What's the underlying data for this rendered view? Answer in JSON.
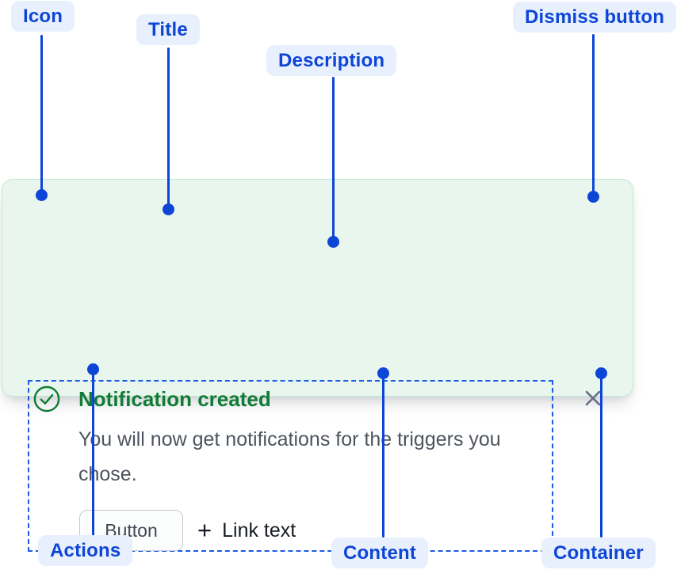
{
  "colors": {
    "blue": "#0d45d6",
    "pillBg": "#e8f0fe",
    "dottedBlue": "#1b5be6",
    "green": "#107c35",
    "cardBg": "#e9f6ee",
    "cardBorder": "#c5e7d2",
    "descGray": "#4c545e",
    "ink": "#171c23",
    "btnBg": "#fcfdfd",
    "btnBorder": "#c2c8d1",
    "btnText": "#3f4854",
    "xGray": "#667085"
  },
  "callouts": {
    "icon": {
      "label": "Icon"
    },
    "title": {
      "label": "Title"
    },
    "description": {
      "label": "Description"
    },
    "dismiss_button": {
      "label": "Dismiss button"
    },
    "actions": {
      "label": "Actions"
    },
    "content": {
      "label": "Content"
    },
    "container": {
      "label": "Container"
    }
  },
  "notification": {
    "title": "Notification created",
    "description": "You will now get notifications for the triggers you chose.",
    "actions": {
      "button_label": "Button",
      "link_label": "Link text",
      "plus_glyph": "+"
    },
    "icons": {
      "status": "check-circle-icon",
      "dismiss": "close-icon",
      "link_prefix": "plus-icon"
    }
  }
}
